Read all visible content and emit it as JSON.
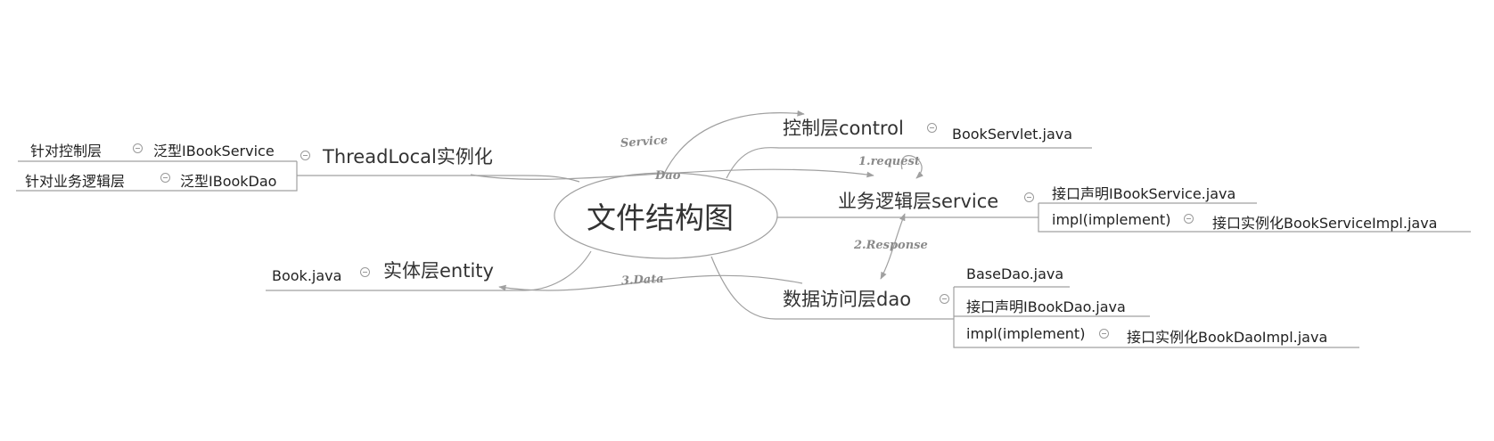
{
  "center": {
    "title": "文件结构图"
  },
  "branches": {
    "control": {
      "label": "控制层control",
      "children": [
        "BookServlet.java"
      ]
    },
    "service": {
      "label": "业务逻辑层service",
      "children": [
        "接口声明IBookService.java",
        "impl(implement)"
      ],
      "impl_child": "接口实例化BookServiceImpl.java"
    },
    "dao": {
      "label": "数据访问层dao",
      "children": [
        "BaseDao.java",
        "接口声明IBookDao.java",
        "impl(implement)"
      ],
      "impl_child": "接口实例化BookDaoImpl.java"
    },
    "entity": {
      "label": "实体层entity",
      "children": [
        "Book.java"
      ]
    },
    "threadlocal": {
      "label": "ThreadLocal实例化",
      "children": [
        {
          "label": "针对控制层",
          "child": "泛型IBookService"
        },
        {
          "label": "针对业务逻辑层",
          "child": "泛型IBookDao"
        }
      ]
    }
  },
  "relationships": [
    "Service",
    "Dao",
    "1.request",
    "2.Response",
    "3.Data"
  ],
  "colors": {
    "line": "#a0a0a0",
    "text": "#333333",
    "relationship": "#8a8a8a"
  }
}
